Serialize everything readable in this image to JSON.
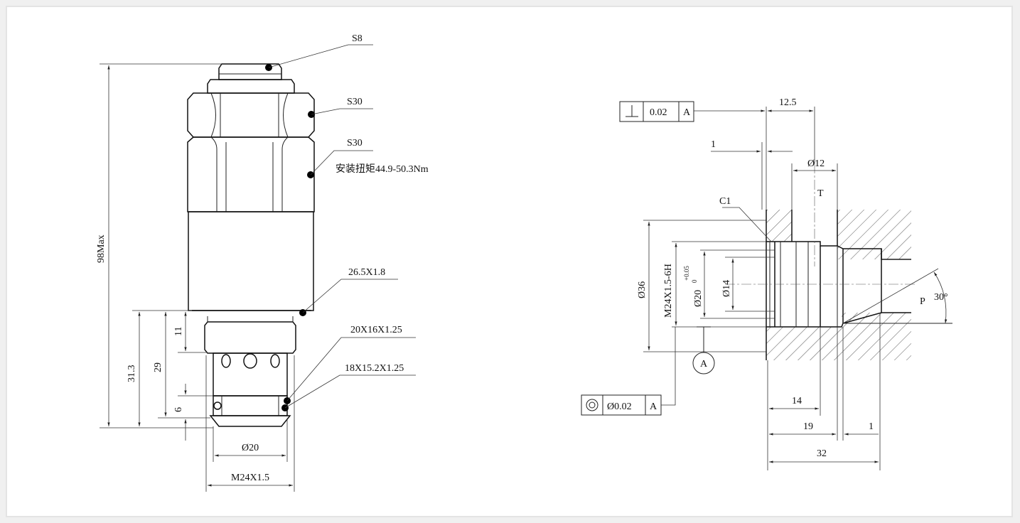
{
  "left_view": {
    "callouts": {
      "s8": "S8",
      "s30_nut": "S30",
      "s30_body": "S30",
      "torque": "安装扭矩44.9-50.3Nm",
      "oring_1": "26.5X1.8",
      "oring_2": "20X16X1.25",
      "oring_3": "18X15.2X1.25"
    },
    "dims": {
      "total_height": "98Max",
      "d_31_3": "31.3",
      "d_29": "29",
      "d_11": "11",
      "d_6": "6",
      "dia_20": "Ø20",
      "thread": "M24X1.5"
    }
  },
  "right_view": {
    "tolerance_top": {
      "symbol": "perpendicularity",
      "value": "0.02",
      "datum": "A"
    },
    "tolerance_bottom": {
      "symbol": "concentricity",
      "value": "Ø0.02",
      "datum": "A"
    },
    "datum_label": "A",
    "chamfer": "C1",
    "port_t": "T",
    "port_p": "P",
    "angle": "30°",
    "dims": {
      "d_12_5": "12.5",
      "d_1_top": "1",
      "dia_12": "Ø12",
      "dia_36": "Ø36",
      "thread": "M24X1.5-6H",
      "dia_20": "Ø20",
      "tol_upper": "+0.05",
      "tol_lower": "0",
      "dia_14": "Ø14",
      "d_14": "14",
      "d_19": "19",
      "d_1_bottom": "1",
      "d_32": "32"
    }
  }
}
